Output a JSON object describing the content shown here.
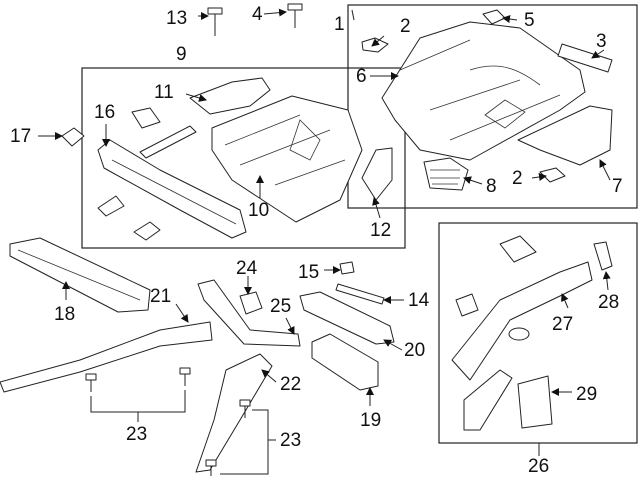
{
  "diagram": {
    "callouts": [
      "1",
      "2",
      "3",
      "4",
      "5",
      "6",
      "7",
      "8",
      "9",
      "10",
      "11",
      "12",
      "13",
      "14",
      "15",
      "16",
      "17",
      "18",
      "19",
      "20",
      "21",
      "22",
      "23",
      "24",
      "25",
      "26",
      "27",
      "28",
      "29"
    ],
    "callout_2_second": "2",
    "callout_23_second": "23"
  },
  "colors": {
    "line": "#222222",
    "background": "#ffffff"
  }
}
